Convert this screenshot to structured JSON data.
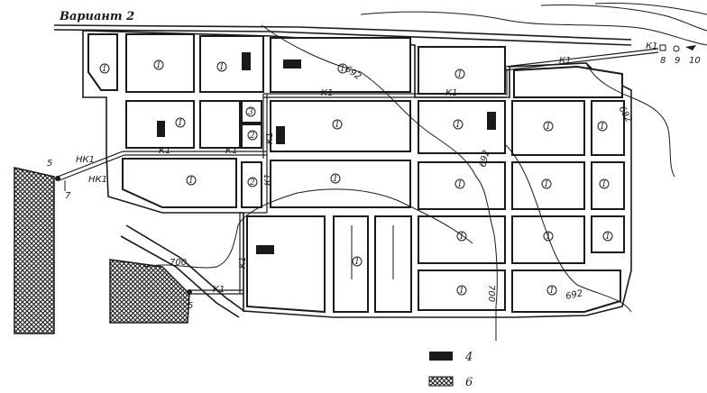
{
  "title": "Вариант 2",
  "block_numbers": {
    "one": "1",
    "two": "2",
    "three": "3"
  },
  "pipes": {
    "k1": "К1",
    "nk1": "НК1"
  },
  "contours": {
    "c692": "692",
    "c700": "700",
    "c682": "682"
  },
  "markers": {
    "m5": "5",
    "m7": "7",
    "m8": "8",
    "m9": "9",
    "m10": "10"
  },
  "legend": [
    {
      "key": "4",
      "symbol": "solid-rectangle"
    },
    {
      "key": "6",
      "symbol": "crosshatch"
    }
  ],
  "colors": {
    "ink": "#1a1a1a",
    "paper": "#ffffff"
  }
}
